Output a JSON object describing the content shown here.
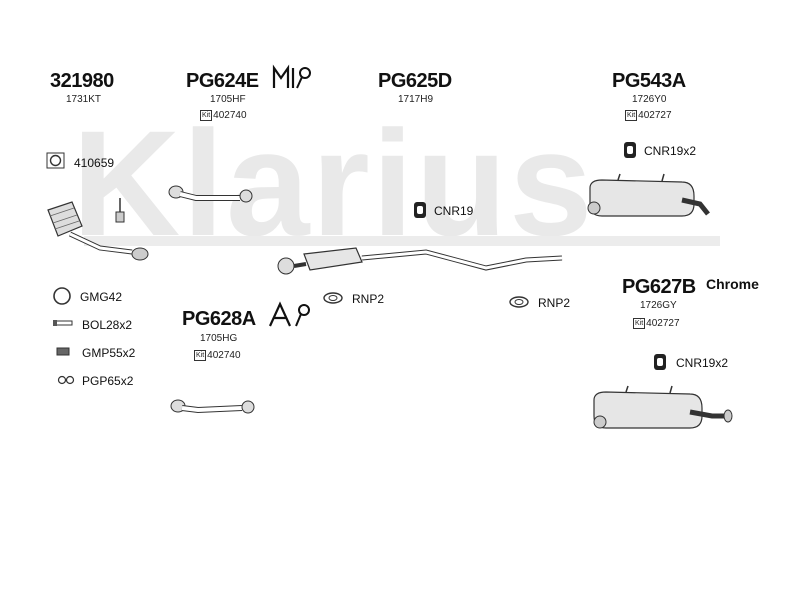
{
  "watermark": "Klarius",
  "parts": {
    "p321980": {
      "number": "321980",
      "code": "1731KT"
    },
    "pg624e": {
      "number": "PG624E",
      "code": "1705HF",
      "kit": "402740"
    },
    "pg625d": {
      "number": "PG625D",
      "code": "1717H9"
    },
    "pg543a": {
      "number": "PG543A",
      "code": "1726Y0",
      "kit": "402727"
    },
    "pg627b": {
      "number": "PG627B",
      "finish": "Chrome",
      "code": "1726GY",
      "kit": "402727"
    },
    "pg628a": {
      "number": "PG628A",
      "code": "1705HG",
      "kit": "402740"
    }
  },
  "kit_prefix": "Kit",
  "fittings": {
    "f410659": "410659",
    "cnr19": "CNR19",
    "cnr19x2_top": "CNR19x2",
    "cnr19x2_bottom": "CNR19x2",
    "rnp2_left": "RNP2",
    "rnp2_right": "RNP2",
    "gmg42": "GMG42",
    "bol28x2": "BOL28x2",
    "gmp55x2": "GMP55x2",
    "pgp65x2": "PGP65x2"
  },
  "icons": {
    "mi_badge": "MI",
    "a_badge": "A"
  }
}
